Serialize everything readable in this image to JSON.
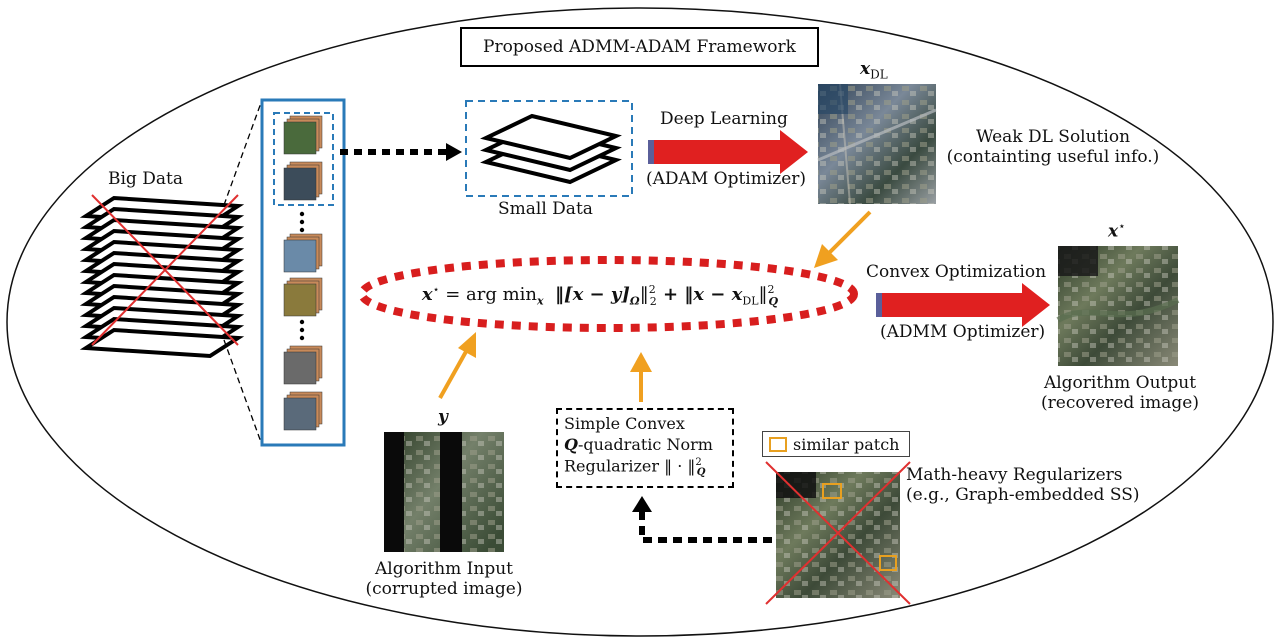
{
  "title": "Proposed ADMM-ADAM Framework",
  "big_data_label": "Big Data",
  "small_data_label": "Small Data",
  "deep_learning": {
    "top": "Deep Learning",
    "bottom": "(ADAM Optimizer)"
  },
  "x_dl_label": "x",
  "x_dl_sub": "DL",
  "weak_solution": {
    "line1": "Weak DL Solution",
    "line2": "(containting useful info.)"
  },
  "x_star_label": "x",
  "x_star_sup": "⋆",
  "convex_opt": {
    "top": "Convex Optimization",
    "bottom": "(ADMM Optimizer)"
  },
  "formula": "x⋆ = arg min_x ‖[x − y]Ω‖²₂ + ‖x − xDL‖²Q",
  "formula_parts": {
    "lhs": "x",
    "lhs_sup": "⋆",
    "eq": " = arg min",
    "min_sub": "x",
    "term1": "‖[x − y]",
    "term1_sub": "Ω",
    "term1_tail": "‖",
    "term1_sup": "2",
    "term1_sub2": "2",
    "plus": " + ‖x − x",
    "term2_sub": "DL",
    "term2_tail": "‖",
    "term2_sup": "2",
    "term2_sub2": "Q"
  },
  "output": {
    "line1": "Algorithm Output",
    "line2": "(recovered image)"
  },
  "input_y_label": "y",
  "input": {
    "line1": "Algorithm Input",
    "line2": "(corrupted image)"
  },
  "regularizer_box": {
    "line1": "Simple Convex",
    "line2_bold": "Q",
    "line2_rest": "-quadratic Norm",
    "line3": "Regularizer ‖ · ‖",
    "line3_sup": "2",
    "line3_sub": "Q"
  },
  "similar_patch": "similar patch",
  "math_heavy": {
    "line1": "Math-heavy Regularizers",
    "line2": "(e.g., Graph-embedded SS)"
  },
  "colors": {
    "red_arrow": "#e02020",
    "red_dashed": "#d81e1e",
    "orange_arrow": "#f0a020",
    "blue_frame": "#2a7ab8",
    "cross": "#e03030"
  }
}
